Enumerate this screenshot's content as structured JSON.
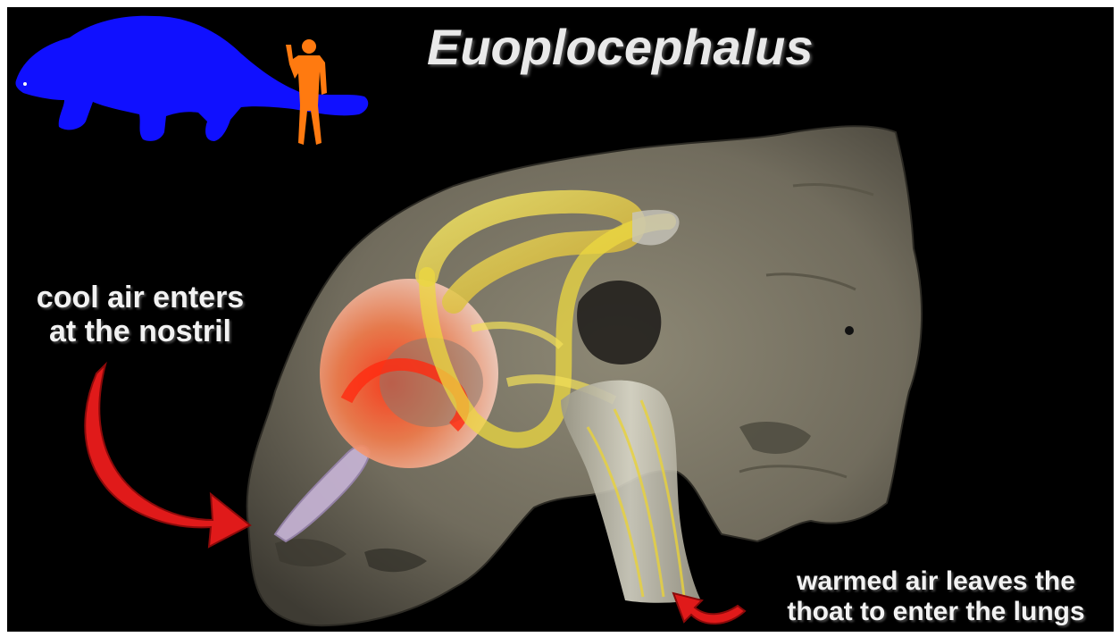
{
  "title": "Euoplocephalus",
  "labels": {
    "nostril_line1": "cool air enters",
    "nostril_line2": "at the nostril",
    "throat_line1": "warmed air leaves the",
    "throat_line2": "thoat to enter the lungs"
  },
  "colors": {
    "background": "#000000",
    "dinosaur_silhouette": "#1010ff",
    "human_silhouette": "#ff7a10",
    "skull": "#7a7565",
    "airflow_warm": "#e8d23a",
    "airflow_cool": "#e04040",
    "arrow": "#e01a1a"
  }
}
